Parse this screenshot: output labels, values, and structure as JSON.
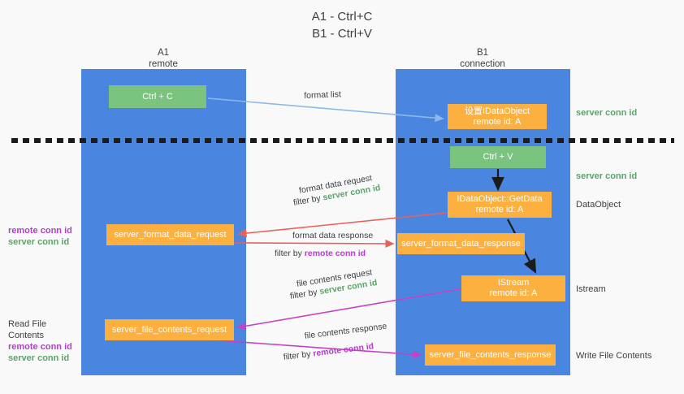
{
  "title": {
    "line1": "A1 - Ctrl+C",
    "line2": "B1 - Ctrl+V"
  },
  "columns": [
    {
      "name": "A1",
      "sub": "remote"
    },
    {
      "name": "B1",
      "sub": "connection"
    }
  ],
  "boxes": {
    "ctrl_c": "Ctrl + C",
    "ctrl_v": "Ctrl + V",
    "idataobject_l1": "设置IDataObject",
    "idataobject_l2": "remote id: A",
    "getdata_l1": "IDataObject::GetData",
    "getdata_l2": "remote id: A",
    "istream_l1": "IStream",
    "istream_l2": "remote id: A",
    "server_format_data_request": "server_format_data_request",
    "server_format_data_response": "server_format_data_response",
    "server_file_contents_request": "server_file_contents_request",
    "server_file_contents_response": "server_file_contents_response"
  },
  "side_labels": {
    "server_conn_id_top": "server conn id",
    "server_conn_id_mid": "server conn id",
    "dataobject": "DataObject",
    "istream": "Istream",
    "write_file_contents": "Write File Contents"
  },
  "left_labels": {
    "mid_remote": "remote conn id",
    "mid_server": "server conn id",
    "read_file_contents": "Read File Contents",
    "low_remote": "remote conn id",
    "low_server": "server conn id"
  },
  "edges": {
    "format_list": "format list",
    "format_data_request": "format data request",
    "format_data_request_filter_prefix": "filter by ",
    "format_data_request_filter_key": "server conn id",
    "format_data_response": "format data response",
    "format_data_response_filter_prefix": "filter by ",
    "format_data_response_filter_key": "remote conn id",
    "file_contents_request": "file contents request",
    "file_contents_request_filter_prefix": "filter by ",
    "file_contents_request_filter_key": "server conn id",
    "file_contents_response": "file contents response",
    "file_contents_response_filter_prefix": "filter by ",
    "file_contents_response_filter_key": "remote conn id"
  },
  "colors": {
    "lane_blue": "#4a86e0",
    "box_green": "#7bc47f",
    "box_orange": "#fbb040",
    "accent_green_text": "#5aa469",
    "accent_purple_text": "#b041c8",
    "wire_lightblue": "#8fb8e8",
    "wire_red": "#e8615a",
    "wire_magenta": "#c443c4",
    "wire_black": "#1b1b1b",
    "background": "#f9f9f9"
  }
}
